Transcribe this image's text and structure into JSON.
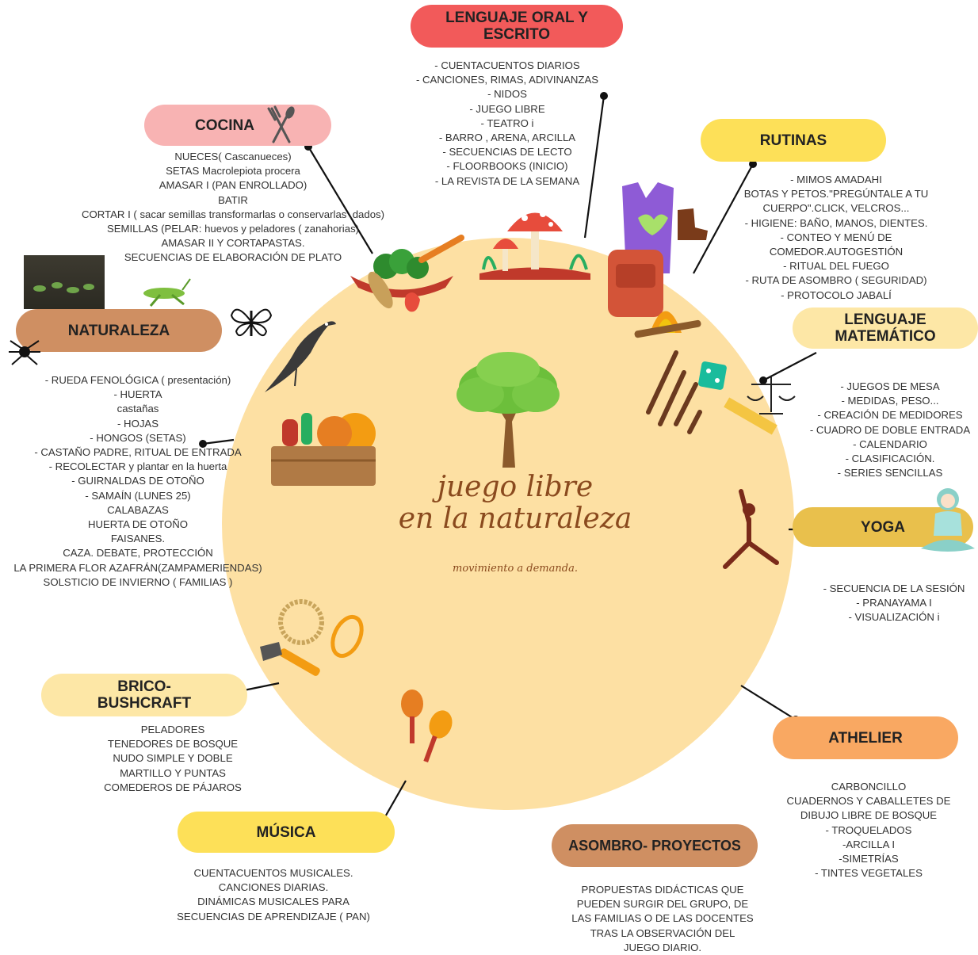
{
  "center": {
    "title_line1": "juego libre",
    "title_line2": "en la naturaleza",
    "subtitle": "movimiento a demanda."
  },
  "colors": {
    "circle": "#fde0a3",
    "red": "#f25a5a",
    "pink": "#f8b3b3",
    "yellow": "#fde058",
    "brown": "#cf8f62",
    "mustard": "#e9c04c",
    "orange": "#f9a862",
    "cream": "#fde7a6"
  },
  "sections": {
    "lenguaje_oral": {
      "title_line1": "LENGUAJE ORAL Y",
      "title_line2": "ESCRITO",
      "items": [
        "- CUENTACUENTOS DIARIOS",
        "- CANCIONES, RIMAS, ADIVINANZAS",
        "- NIDOS",
        "- JUEGO LIBRE",
        "- TEATRO i",
        "- BARRO , ARENA, ARCILLA",
        "- SECUENCIAS DE LECTO",
        "- FLOORBOOKS (INICIO)",
        "- LA REVISTA DE LA SEMANA"
      ]
    },
    "cocina": {
      "title": "COCINA",
      "items": [
        "NUECES( Cascanueces)",
        "SETAS Macrolepiota procera",
        "AMASAR I (PAN ENROLLADO)",
        "BATIR",
        "CORTAR I ( sacar semillas transformarlas o conservarlas ,dados)",
        "SEMILLAS (PELAR: huevos y peladores ( zanahorias)",
        "AMASAR  II Y CORTAPASTAS.",
        "SECUENCIAS DE ELABORACIÓN DE PLATO"
      ]
    },
    "rutinas": {
      "title": "RUTINAS",
      "items": [
        "- MIMOS AMADAHI",
        "BOTAS Y PETOS.\"PREGÚNTALE A TU",
        "CUERPO\".CLICK, VELCROS...",
        "- HIGIENE: BAÑO, MANOS, DIENTES.",
        "- CONTEO Y MENÚ DE",
        "COMEDOR.AUTOGESTIÓN",
        "- RITUAL DEL FUEGO",
        "- RUTA DE ASOMBRO ( SEGURIDAD)",
        "- PROTOCOLO JABALÍ"
      ]
    },
    "naturaleza": {
      "title": "NATURALEZA",
      "items": [
        "- RUEDA FENOLÓGICA ( presentación)",
        "- HUERTA",
        "castañas",
        "- HOJAS",
        "- HONGOS (SETAS)",
        "-  CASTAÑO PADRE, RITUAL DE ENTRADA",
        "- RECOLECTAR y plantar en la huerta",
        "- GUIRNALDAS DE OTOÑO",
        "- SAMAÍN (LUNES 25)",
        "CALABAZAS",
        "HUERTA DE OTOÑO",
        "FAISANES.",
        "CAZA. DEBATE, PROTECCIÓN",
        "LA PRIMERA FLOR AZAFRÁN(ZAMPAMERIENDAS)",
        "SOLSTICIO DE INVIERNO ( FAMILIAS )"
      ]
    },
    "matematico": {
      "title_line1": "LENGUAJE",
      "title_line2": "MATEMÁTICO",
      "items": [
        "- JUEGOS DE MESA",
        "- MEDIDAS, PESO...",
        "- CREACIÓN DE MEDIDORES",
        "- CUADRO DE DOBLE ENTRADA",
        "- CALENDARIO",
        "- CLASIFICACIÓN.",
        "- SERIES SENCILLAS"
      ]
    },
    "yoga": {
      "title": "YOGA",
      "items": [
        "- SECUENCIA DE LA SESIÓN",
        "- PRANAYAMA  I",
        "- VISUALIZACIÓN i"
      ]
    },
    "brico": {
      "title_line1": "BRICO-",
      "title_line2": "BUSHCRAFT",
      "items": [
        "PELADORES",
        "TENEDORES DE BOSQUE",
        "NUDO SIMPLE Y DOBLE",
        "MARTILLO Y PUNTAS",
        "COMEDEROS DE PÁJAROS"
      ]
    },
    "athelier": {
      "title": "ATHELIER",
      "items": [
        "CARBONCILLO",
        "CUADERNOS Y CABALLETES DE",
        "DIBUJO LIBRE DE BOSQUE",
        "- TROQUELADOS",
        "-ARCILLA I",
        "-SIMETRÍAS",
        "- TINTES VEGETALES"
      ]
    },
    "musica": {
      "title": "MÚSICA",
      "items": [
        "CUENTACUENTOS MUSICALES.",
        "CANCIONES DIARIAS.",
        "DINÁMICAS MUSICALES PARA",
        "SECUENCIAS DE APRENDIZAJE ( PAN)"
      ]
    },
    "asombro": {
      "title": "ASOMBRO- PROYECTOS",
      "items": [
        "PROPUESTAS DIDÁCTICAS QUE",
        "PUEDEN SURGIR DEL GRUPO, DE",
        "LAS FAMILIAS O DE LAS DOCENTES",
        "TRAS LA OBSERVACIÓN DEL",
        "JUEGO DIARIO."
      ]
    }
  }
}
